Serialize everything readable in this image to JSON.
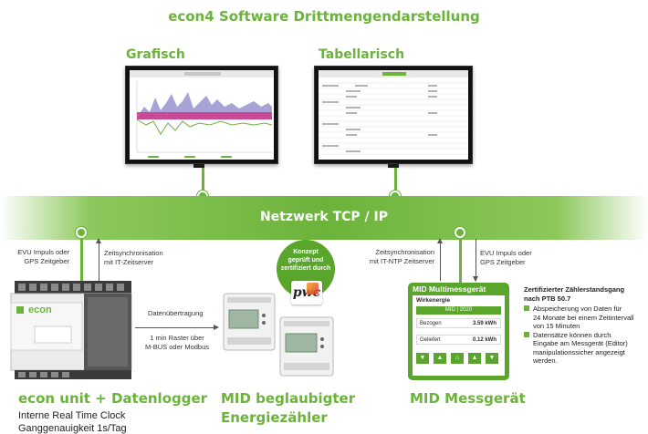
{
  "title": "econ4 Software Drittmengendarstellung",
  "monitors": {
    "graphic_label": "Grafisch",
    "table_label": "Tabellarisch"
  },
  "network": {
    "label": "Netzwerk TCP / IP"
  },
  "left_side": {
    "evu_note": [
      "EVU Impuls oder",
      "GPS Zeitgeber"
    ],
    "sync_note": [
      "Zeitsynchronisation",
      "mit IT-Zeitserver"
    ],
    "transfer_note": [
      "Datenübertragung",
      "1 min Raster über",
      "M-BUS oder Modbus"
    ]
  },
  "right_side": {
    "sync_note": [
      "Zeitsynchronisation",
      "mit IT-NTP Zeitserver"
    ],
    "evu_note": [
      "EVU Impuls oder",
      "GPS Zeitgeber"
    ]
  },
  "pwc_badge": {
    "text": [
      "Konzept",
      "geprüft und",
      "zertifiziert durch"
    ],
    "logo": "pwc"
  },
  "mid_device": {
    "title": "MID Multimessgerät",
    "subtitle": "Wirkenergie",
    "header": "MID | 2020",
    "rows": [
      {
        "label": "Bezogen",
        "value": "3.59 kWh"
      },
      {
        "label": "Geliefert",
        "value": "0.12 kWh"
      }
    ]
  },
  "certified": {
    "title": [
      "Zertifizierter Zählerstandsgang",
      "nach PTB 50.7"
    ],
    "bullets": [
      [
        "Abspeicherung von Daten für",
        "24 Monate bei einem Zeitintervall",
        "von 15 Minuten"
      ],
      [
        "Datensätze können durch",
        "Eingabe am Messgerät (Editor)",
        "manipulationssicher angezeigt",
        "werden."
      ]
    ]
  },
  "bottom": {
    "econ_title": "econ unit + Datenlogger",
    "econ_sub": [
      "Interne Real Time Clock",
      "Ganggenauigkeit 1s/Tag"
    ],
    "mid_meter_title": [
      "MID beglaubigter",
      "Energiezähler"
    ],
    "mid_device_title": "MID Messgerät"
  },
  "device_label": "econ",
  "colors": {
    "brand_green": "#6bb33a",
    "panel_green": "#5aa52c"
  }
}
